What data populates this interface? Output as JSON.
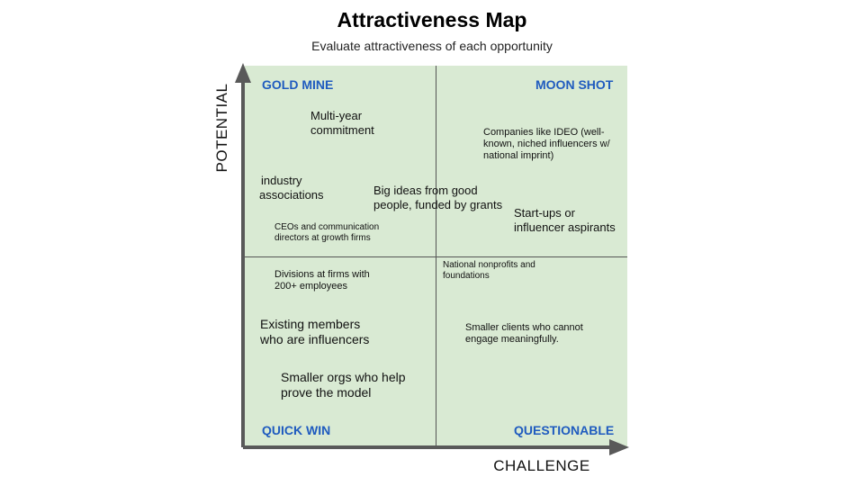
{
  "title": "Attractiveness Map",
  "subtitle": "Evaluate attractiveness of each opportunity",
  "axes": {
    "y": "POTENTIAL",
    "x": "CHALLENGE"
  },
  "quadrants": {
    "top_left": "GOLD MINE",
    "top_right": "MOON SHOT",
    "bottom_left": "QUICK WIN",
    "bottom_right": "QUESTIONABLE"
  },
  "colors": {
    "background": "#d9ead3",
    "quadrant_label": "#1f5bbf",
    "axis": "#595959"
  },
  "items": {
    "multi_year": [
      "Multi-year",
      "commitment"
    ],
    "industry": [
      "industry",
      "associations"
    ],
    "big_ideas": [
      "Big ideas from good",
      "people, funded by grants"
    ],
    "ceos": [
      "CEOs and communication",
      "directors at growth firms"
    ],
    "ideo": [
      "Companies like IDEO (well-",
      "known, niched influencers w/",
      "national imprint)"
    ],
    "startups": [
      "Start-ups or",
      "influencer aspirants"
    ],
    "divisions": [
      "Divisions at firms with",
      "200+ employees"
    ],
    "national": [
      "National nonprofits and",
      "foundations"
    ],
    "existing": [
      "Existing members",
      "who are influencers"
    ],
    "smaller_clients": [
      "Smaller clients who cannot",
      "engage meaningfully."
    ],
    "smaller_orgs": [
      "Smaller orgs who help",
      "prove the model"
    ]
  }
}
